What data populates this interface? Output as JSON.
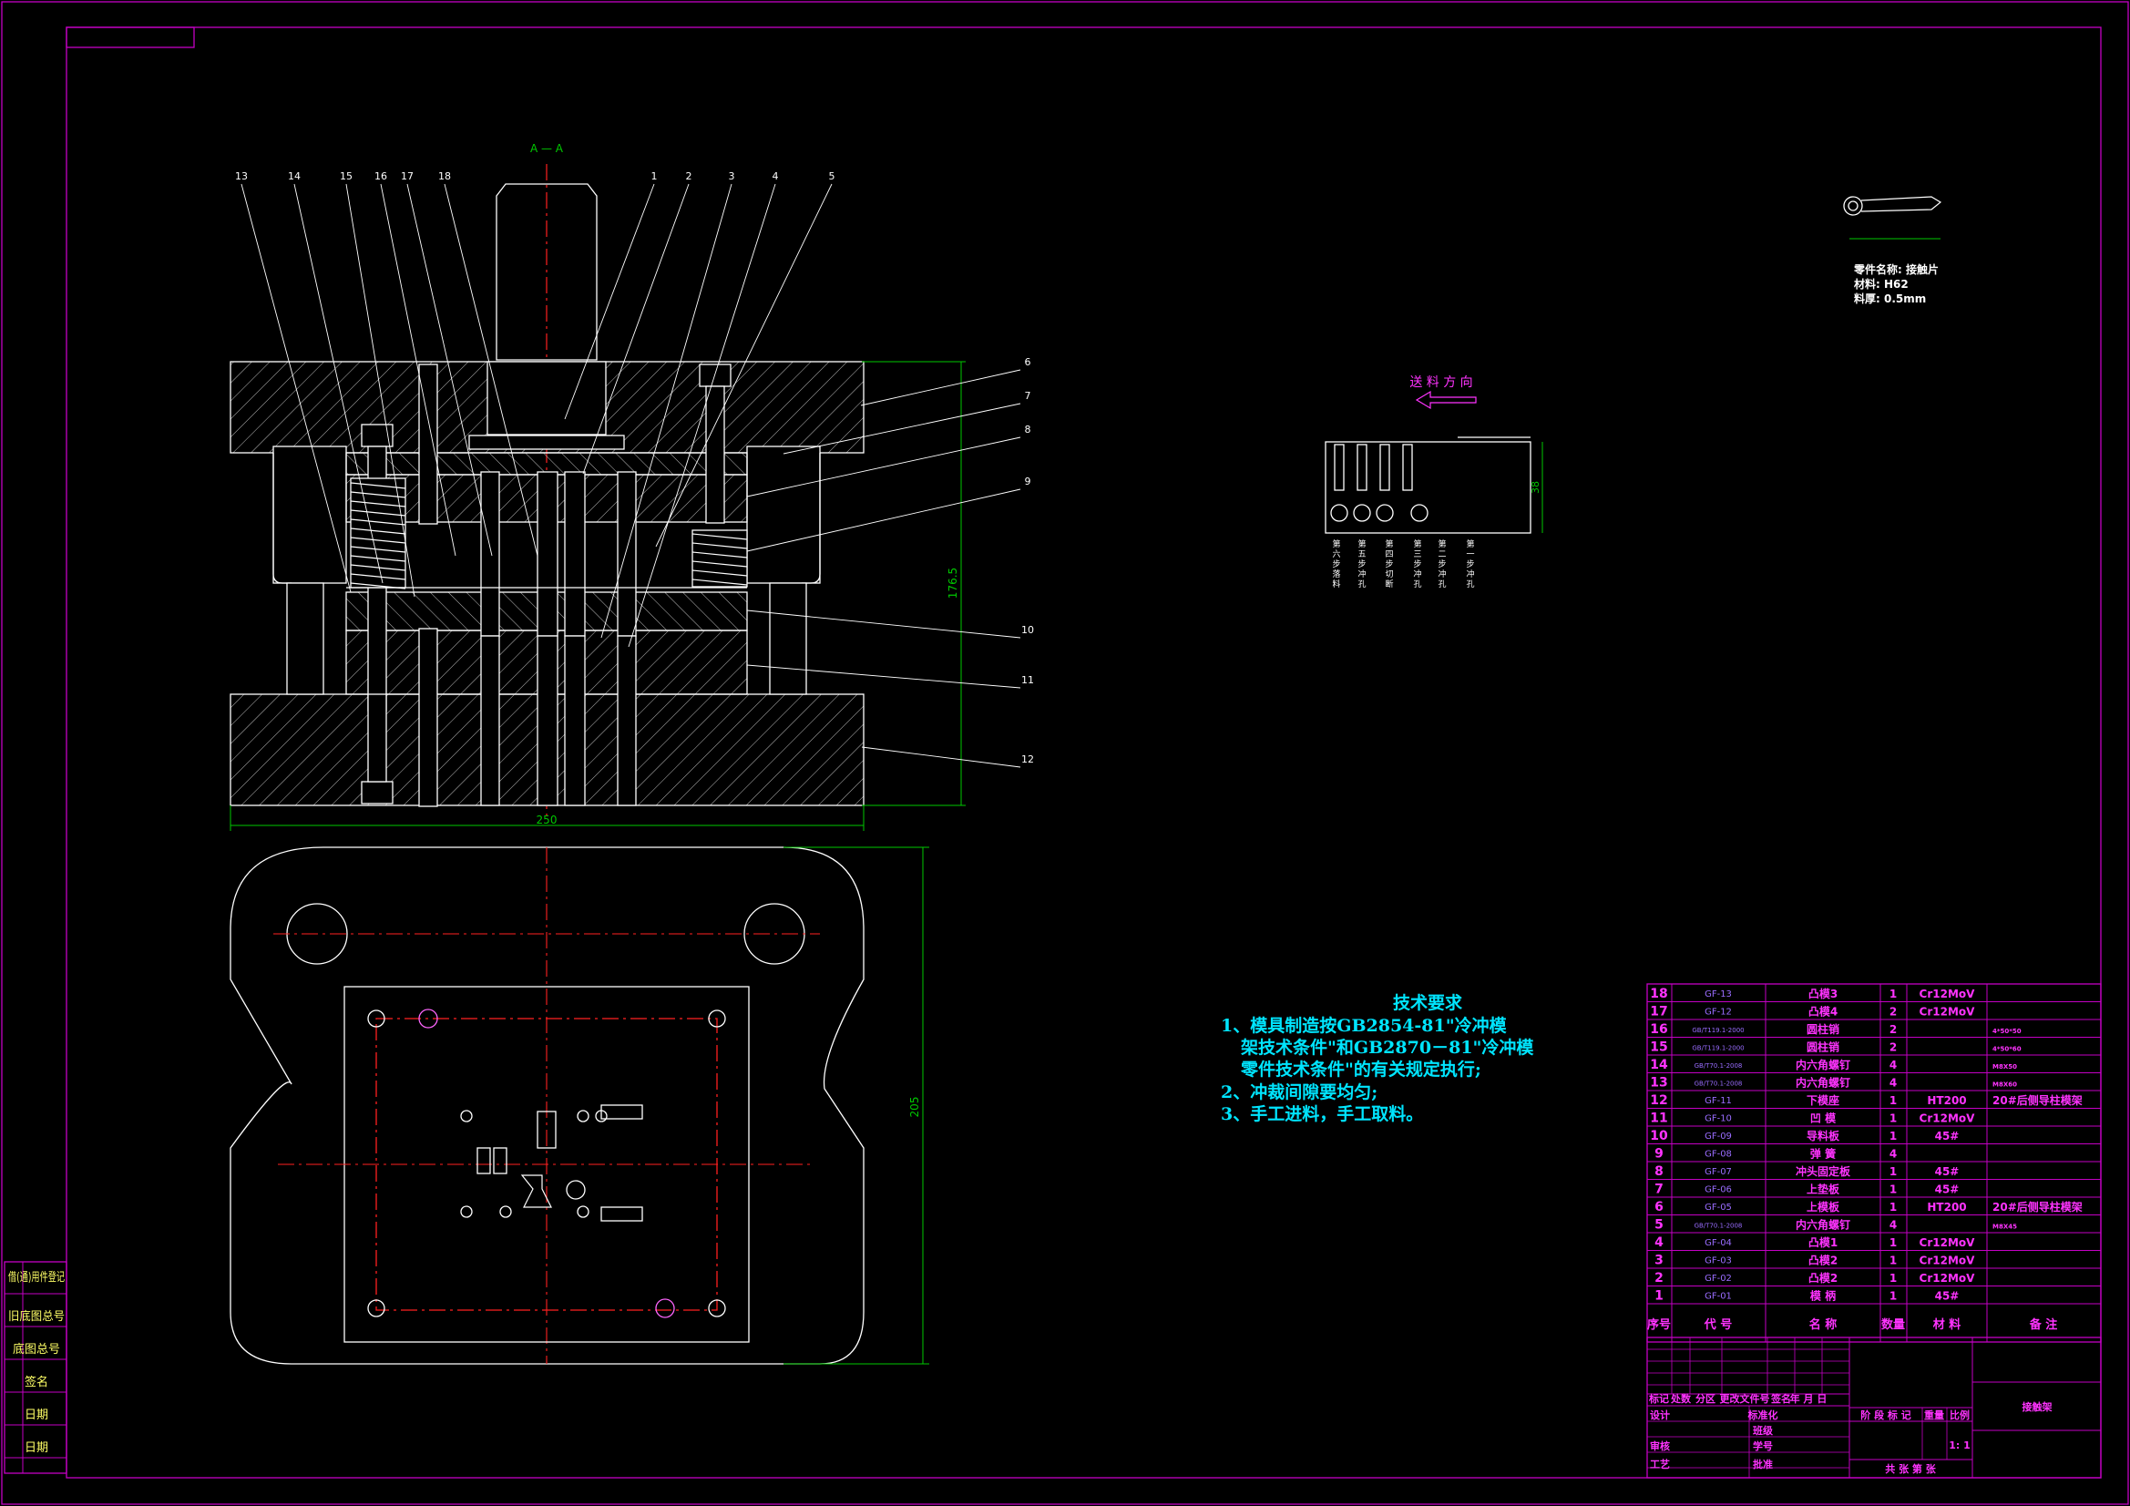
{
  "colors": {
    "frame": "#c400c4",
    "outline": "#ffffff",
    "center": "#ff2020",
    "dimension": "#00c800",
    "note": "#00e5ff",
    "table_line": "#c400c4",
    "table_text": "#ff33ff",
    "table_code": "#9a6cff",
    "table_blue": "#8a8aff"
  },
  "section_label": "A — A",
  "callouts_top": [
    "13",
    "14",
    "15",
    "16",
    "17",
    "18",
    "1",
    "2",
    "3",
    "4",
    "5"
  ],
  "callouts_right": [
    "6",
    "7",
    "8",
    "9",
    "10",
    "11",
    "12"
  ],
  "dims": {
    "height": "176.5",
    "width": "250",
    "depth": "205",
    "strip_width": "38"
  },
  "part_info": {
    "name": "零件名称: 接触片",
    "material": "材料: H62",
    "thickness": "料厚: 0.5mm"
  },
  "feed_label": "送 料 方 向",
  "strip_steps": [
    "第六步落料",
    "第五步冲孔",
    "第四步切断",
    "第三步冲孔",
    "第二步冲孔",
    "第一步冲孔"
  ],
  "tech": {
    "title": "技术要求",
    "lines": [
      "1、模具制造按GB2854-81\"冷冲模",
      "架技术条件\"和GB2870－81\"冷冲模",
      "零件技术条件\"的有关规定执行;",
      "2、冲裁间隙要均匀;",
      "3、手工进料，手工取料。"
    ]
  },
  "bom": [
    {
      "no": "18",
      "code": "GF-13",
      "name": "凸模3",
      "qty": "1",
      "mat": "Cr12MoV",
      "note": ""
    },
    {
      "no": "17",
      "code": "GF-12",
      "name": "凸模4",
      "qty": "2",
      "mat": "Cr12MoV",
      "note": ""
    },
    {
      "no": "16",
      "code": "GB/T119.1-2000",
      "name": "圆柱销",
      "qty": "2",
      "mat": "",
      "note": "4*50*50"
    },
    {
      "no": "15",
      "code": "GB/T119.1-2000",
      "name": "圆柱销",
      "qty": "2",
      "mat": "",
      "note": "4*50*60"
    },
    {
      "no": "14",
      "code": "GB/T70.1-2008",
      "name": "内六角螺钉",
      "qty": "4",
      "mat": "",
      "note": "M8X50"
    },
    {
      "no": "13",
      "code": "GB/T70.1-2008",
      "name": "内六角螺钉",
      "qty": "4",
      "mat": "",
      "note": "M8X60"
    },
    {
      "no": "12",
      "code": "GF-11",
      "name": "下模座",
      "qty": "1",
      "mat": "HT200",
      "note": "20#后侧导柱模架"
    },
    {
      "no": "11",
      "code": "GF-10",
      "name": "凹 模",
      "qty": "1",
      "mat": "Cr12MoV",
      "note": ""
    },
    {
      "no": "10",
      "code": "GF-09",
      "name": "导料板",
      "qty": "1",
      "mat": "45#",
      "note": ""
    },
    {
      "no": "9",
      "code": "GF-08",
      "name": "弹 簧",
      "qty": "4",
      "mat": "",
      "note": ""
    },
    {
      "no": "8",
      "code": "GF-07",
      "name": "冲头固定板",
      "qty": "1",
      "mat": "45#",
      "note": ""
    },
    {
      "no": "7",
      "code": "GF-06",
      "name": "上垫板",
      "qty": "1",
      "mat": "45#",
      "note": ""
    },
    {
      "no": "6",
      "code": "GF-05",
      "name": "上模板",
      "qty": "1",
      "mat": "HT200",
      "note": "20#后侧导柱模架"
    },
    {
      "no": "5",
      "code": "GB/T70.1-2008",
      "name": "内六角螺钉",
      "qty": "4",
      "mat": "",
      "note": "M8X45"
    },
    {
      "no": "4",
      "code": "GF-04",
      "name": "凸模1",
      "qty": "1",
      "mat": "Cr12MoV",
      "note": ""
    },
    {
      "no": "3",
      "code": "GF-03",
      "name": "凸模2",
      "qty": "1",
      "mat": "Cr12MoV",
      "note": ""
    },
    {
      "no": "2",
      "code": "GF-02",
      "name": "凸模2",
      "qty": "1",
      "mat": "Cr12MoV",
      "note": ""
    },
    {
      "no": "1",
      "code": "GF-01",
      "name": "模 柄",
      "qty": "1",
      "mat": "45#",
      "note": ""
    }
  ],
  "bom_header": {
    "no": "序号",
    "code": "代 号",
    "name": "名 称",
    "qty": "数量",
    "mat": "材 料",
    "note": "备 注"
  },
  "title_block": {
    "rev_row": [
      "标记",
      "处数",
      "分区",
      "更改文件号",
      "签名",
      "年 月 日"
    ],
    "design": "设计",
    "standard": "标准化",
    "review": "审核",
    "craft": "工艺",
    "approve": "批准",
    "school": "班级",
    "student_no": "学号",
    "stage_row": [
      "阶 段 标 记",
      "重量",
      "比例"
    ],
    "scale": "1: 1",
    "sheet": "共 张 第 张",
    "drawing_name": "接触架"
  },
  "side_labels": [
    "借(通)用件登记",
    "旧底图总号",
    "底图总号",
    "签名",
    "日期",
    "日期"
  ]
}
